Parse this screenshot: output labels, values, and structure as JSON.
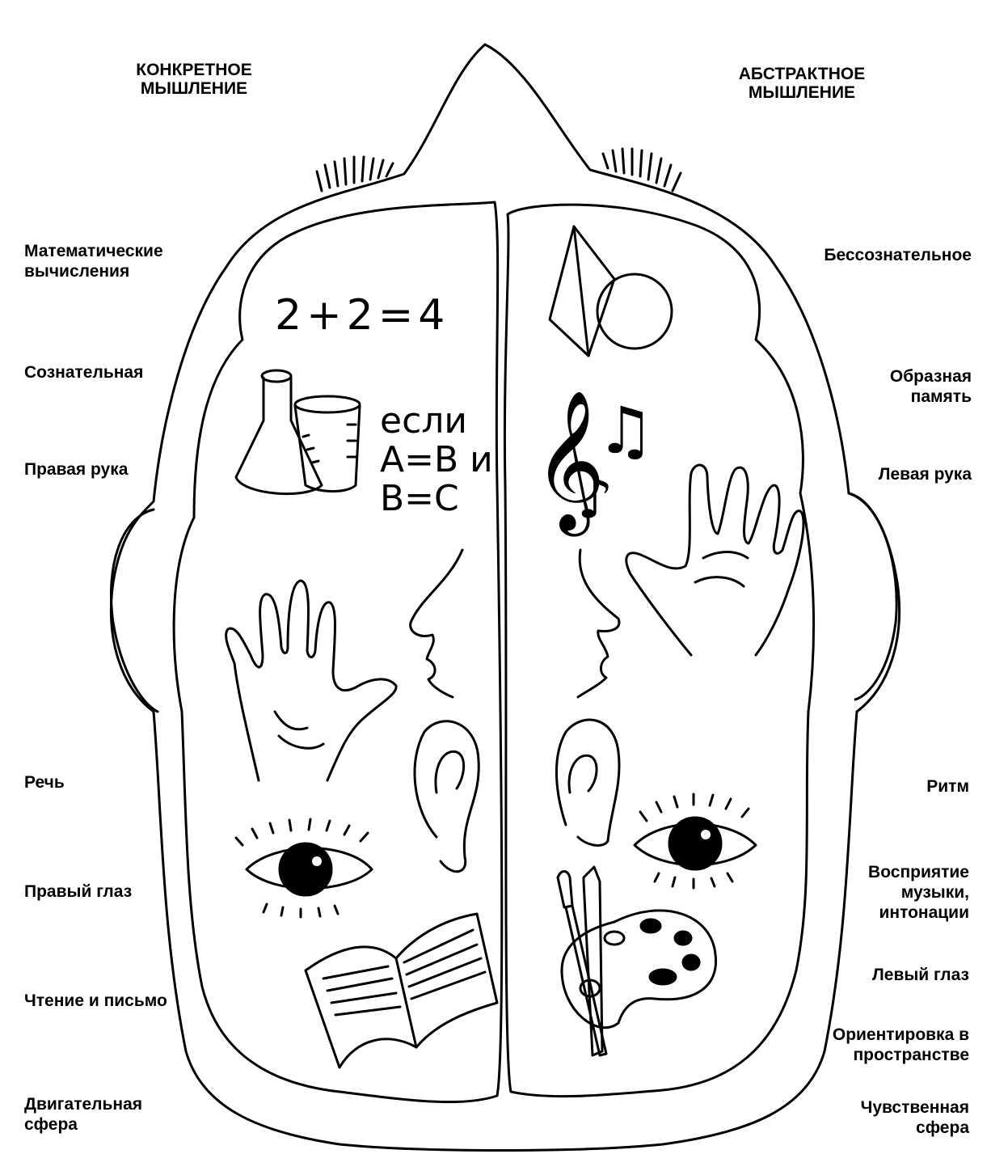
{
  "titles": {
    "left": "КОНКРЕТНОЕ\nМЫШЛЕНИЕ",
    "right": "АБСТРАКТНОЕ\nМЫШЛЕНИЕ"
  },
  "left_labels": [
    "Математические\nвычисления",
    "Сознательная",
    "Правая рука",
    "Речь",
    "Правый глаз",
    "Чтение и письмо",
    "Двигательная\nсфера"
  ],
  "right_labels": [
    "Бессознательное",
    "Образная\nпамять",
    "Левая рука",
    "Ритм",
    "Восприятие\nмузыки,\nинтонации",
    "Левый глаз",
    "Ориентировка в\nпространстве",
    "Чувственная\nсфера"
  ],
  "drawing_text": {
    "equation": "2+2=4",
    "logic_line1": "если",
    "logic_line2": "A=B и",
    "logic_line3": "B=C"
  },
  "icons": {
    "left": [
      "equation-icon",
      "flask-icon",
      "beaker-icon",
      "right-hand-icon",
      "nose-mouth-profile-icon",
      "ear-icon",
      "eye-icon",
      "open-book-icon"
    ],
    "right": [
      "pyramid-icon",
      "circle-icon",
      "treble-clef-icon",
      "music-notes-icon",
      "left-hand-icon",
      "nose-mouth-profile-icon",
      "ear-icon",
      "eye-icon",
      "brush-pencil-icon",
      "palette-icon"
    ]
  }
}
